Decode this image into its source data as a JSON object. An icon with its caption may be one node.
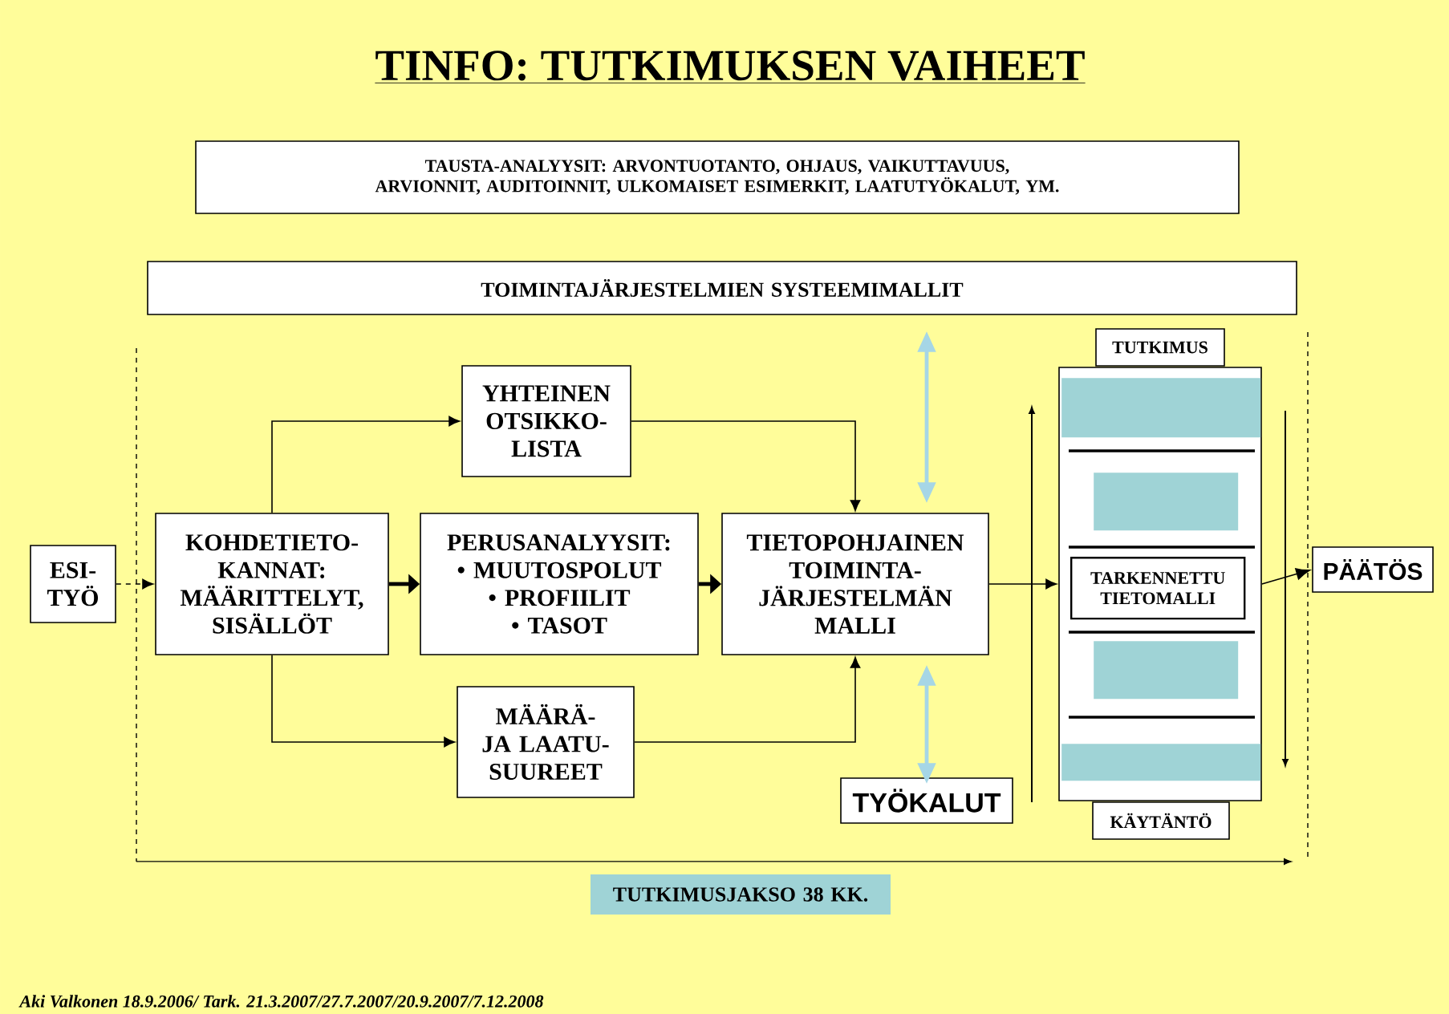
{
  "diagram": {
    "title": "TINFO: TUTKIMUKSEN VAIHEET",
    "nodes": [
      {
        "text": [
          "TAUSTA-ANALYYSIT: ARVONTUOTANTO, OHJAUS, VAIKUTTAVUUS, ARVIONNIT, AUDITOINNIT, ULKOMAISET ESIMERKIT, LAATUTYÖKALUT, YM."
        ]
      },
      {
        "text": [
          "TOIMINTAJÄRJESTELMIEN SYSTEEMIMALLIT"
        ]
      },
      {
        "text": [
          "ESI- TYÖ"
        ]
      },
      {
        "text": [
          "KOHDETIETO- KANNAT: MÄÄRITTELYT, SISÄLLÖT"
        ]
      },
      {
        "text": [
          "YHTEINEN OTSIKKO- LISTA"
        ]
      },
      {
        "text": [
          "PERUSANALYYSIT:",
          "• MUUTOSPOLUT",
          "• PROFIILIT",
          "• TASOT"
        ]
      },
      {
        "text": [
          "MÄÄRÄ- JA LAATU- SUUREET"
        ]
      },
      {
        "text": [
          "TIETOPOHJAINEN TOIMINTA- JÄRJESTELMÄN MALLI"
        ]
      },
      {
        "text": [
          "TYÖKALUT"
        ]
      },
      {
        "text": [],
        "shape": "box"
      },
      {
        "text": [
          "TUTKIMUS"
        ]
      },
      {
        "text": [],
        "shape": "box",
        "in": 9
      },
      {
        "text": [],
        "shape": "box",
        "in": 9
      },
      {
        "text": [
          "TARKENNETTU TIETOMALLI"
        ],
        "in": 9
      },
      {
        "text": [],
        "shape": "box",
        "in": 9
      },
      {
        "text": [],
        "shape": "box",
        "in": 9
      },
      {
        "text": [
          "KÄYTÄNTÖ"
        ]
      },
      {
        "text": [
          "PÄÄTÖS"
        ]
      },
      {
        "text": [
          "TUTKIMUSJAKSO 38 KK."
        ]
      }
    ],
    "edges": [
      {
        "from": 2,
        "to": 3,
        "arrow": "to",
        "style": "dashed"
      },
      {
        "from": 3,
        "to": 4,
        "arrow": "to"
      },
      {
        "from": 3,
        "to": 5,
        "arrow": "to",
        "style": "thick"
      },
      {
        "from": 3,
        "to": 6,
        "arrow": "to"
      },
      {
        "from": 4,
        "to": 7,
        "arrow": "to"
      },
      {
        "from": 5,
        "to": 7,
        "arrow": "to",
        "style": "thick"
      },
      {
        "from": 6,
        "to": 7,
        "arrow": "to"
      },
      {
        "from": 1,
        "to": 7,
        "arrow": "both",
        "style": "thick",
        "color": "#a6d6e6"
      },
      {
        "from": 7,
        "to": 8,
        "arrow": "both",
        "style": "thick",
        "color": "#a6d6e6"
      },
      {
        "from": 7,
        "to": 9,
        "arrow": "to"
      },
      {
        "from": 9,
        "to": 17,
        "arrow": "to"
      }
    ],
    "labels": [
      "Aki Valkonen 18.9.2006/ Tark. 21.3.2007/27.7.2007/20.9.2007/7.12.2008"
    ]
  }
}
